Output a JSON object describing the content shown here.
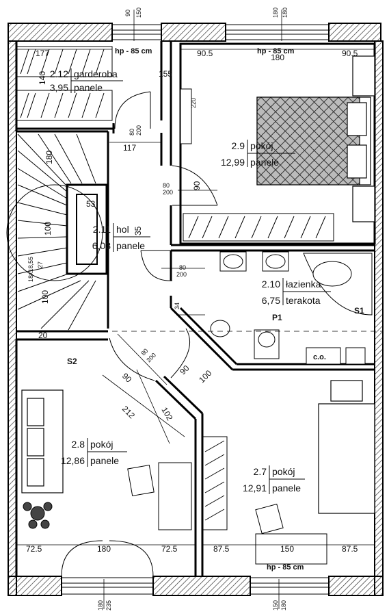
{
  "rooms": [
    {
      "id": "2.12",
      "name": "garderoba",
      "area": "3,95",
      "floor": "panele"
    },
    {
      "id": "2.9",
      "name": "pokój",
      "area": "12,99",
      "floor": "panele"
    },
    {
      "id": "2.11",
      "name": "hol",
      "area": "6,03",
      "floor": "panele"
    },
    {
      "id": "2.10",
      "name": "łazienka",
      "area": "6,75",
      "floor": "terakota"
    },
    {
      "id": "2.8",
      "name": "pokój",
      "area": "12,86",
      "floor": "panele"
    },
    {
      "id": "2.7",
      "name": "pokój",
      "area": "12,91",
      "floor": "panele"
    }
  ],
  "window_notes": {
    "top_left": "hp - 85 cm",
    "top_right": "hp - 85 cm",
    "bottom_right": "hp - 85 cm"
  },
  "dims": {
    "d177": "177",
    "d90_5a": "90.5",
    "d180top": "180",
    "d90_5b": "90.5",
    "d140": "140",
    "d155": "155",
    "d220": "220",
    "d80_200a": "80",
    "d80_200a_b": "200",
    "d117": "117",
    "d180stair": "180",
    "d53": "53",
    "d80_200b": "80",
    "d80_200b_b": "200",
    "d90v": "90",
    "d18x18": "18x18,55",
    "d27": "27",
    "d100a": "100",
    "d100b": "100",
    "d35": "35",
    "d80_200c": "80",
    "d80_200c_b": "200",
    "d34": "34",
    "d20": "20",
    "d90a": "90",
    "d80_200d": "80",
    "d80_200d_b": "200",
    "d90b": "90",
    "d100c": "100",
    "d212": "212",
    "d102": "102",
    "d72_5a": "72.5",
    "d180bot": "180",
    "d72_5b": "72.5",
    "d87_5a": "87.5",
    "d150": "150",
    "d87_5b": "87.5",
    "top150": "150",
    "top90": "90",
    "top180": "180",
    "top180b": "180",
    "bot180": "180",
    "bot235": "235",
    "bot150": "150",
    "bot180b": "180"
  },
  "labels": {
    "p1": "P1",
    "s1": "S1",
    "s2": "S2",
    "cc": "c.o."
  }
}
